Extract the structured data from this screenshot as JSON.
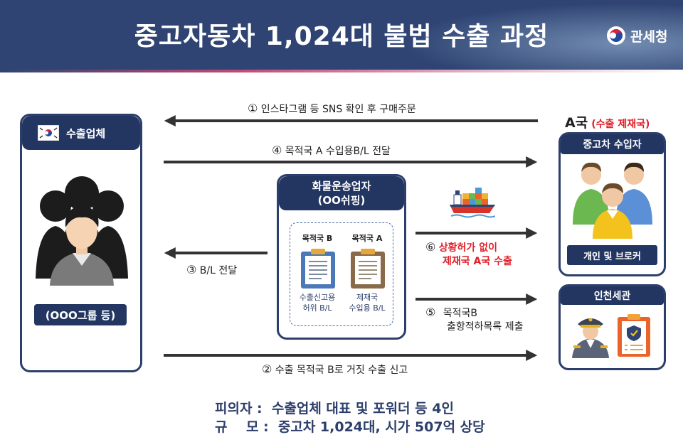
{
  "header": {
    "title": "중고자동차 1,024대 불법 수출 과정",
    "logo_label": "관세청"
  },
  "exporter": {
    "title": "수출업체",
    "subtitle": "(OOO그룹 등)"
  },
  "country_a": {
    "label": "A국",
    "note": "(수출 제재국)"
  },
  "importer": {
    "title": "중고차 수입자",
    "subtitle": "개인 및 브로커"
  },
  "customs": {
    "title": "인천세관"
  },
  "forwarder": {
    "title_line1": "화물운송업자",
    "title_line2": "(OO쉬핑)",
    "doc_b_head": "목적국 B",
    "doc_b_line1": "수출신고용",
    "doc_b_line2": "허위 B/L",
    "doc_a_head": "목적국 A",
    "doc_a_line1": "제재국",
    "doc_a_line2": "수입용 B/L"
  },
  "arrows": {
    "step1": {
      "num": "①",
      "text": "인스타그램 등 SNS 확인 후 구매주문"
    },
    "step4": {
      "num": "④",
      "text": "목적국 A 수입용B/L 전달"
    },
    "step3": {
      "num": "③",
      "text": "B/L 전달"
    },
    "step6": {
      "num": "⑥",
      "line1": "상황허가 없이",
      "line2": "제재국 A국 수출"
    },
    "step5": {
      "num": "⑤",
      "line1": "목적국B",
      "line2": "출항적하목록 제출"
    },
    "step2": {
      "num": "②",
      "text": "수출 목적국 B로 거짓 수출 신고"
    }
  },
  "footer": {
    "line1": "피의자 :  수출업체 대표 및 포워더 등 4인",
    "line2": "규    모 :  중고차 1,024대, 시가 507억 상당"
  },
  "colors": {
    "navy": "#2f4473",
    "panel_border": "#2c3e6b",
    "accent_red": "#e0202a"
  }
}
